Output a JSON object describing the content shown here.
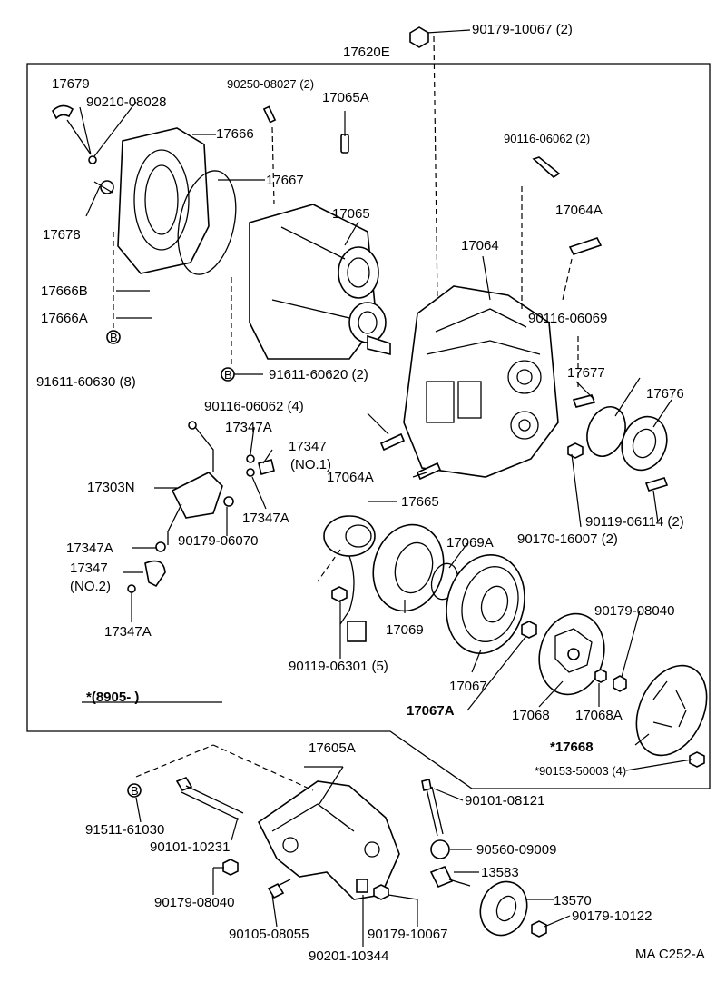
{
  "title": "",
  "drawing_code": "MA C252-A",
  "note": "*(8905-      )",
  "labels": {
    "p90179_10067_2": "90179-10067 (2)",
    "p17620E": "17620E",
    "p17679": "17679",
    "p90210_08028": "90210-08028",
    "p90250_08027": "90250-08027 (2)",
    "p17065A": "17065A",
    "p17666": "17666",
    "p90116_06062_2": "90116-06062 (2)",
    "p17667": "17667",
    "p17065": "17065",
    "p17064A_top": "17064A",
    "p17678": "17678",
    "p17064": "17064",
    "p17666B": "17666B",
    "p17666A": "17666A",
    "p90116_06069": "90116-06069",
    "p91611_60630": "91611-60630 (8)",
    "p91611_60620": "91611-60620 (2)",
    "p17677": "17677",
    "p17676": "17676",
    "p90116_06062_4": "90116-06062 (4)",
    "p17347A_1": "17347A",
    "p17347_no1": "17347",
    "p17347_no1_sub": "(NO.1)",
    "p17303N": "17303N",
    "p17064A_bot": "17064A",
    "p17347A_2": "17347A",
    "p17665": "17665",
    "p90119_06114": "90119-06114 (2)",
    "p90170_16007": "90170-16007 (2)",
    "p17347A_3": "17347A",
    "p90179_06070": "90179-06070",
    "p17069A": "17069A",
    "p17347_no2": "17347",
    "p17347_no2_sub": "(NO.2)",
    "p90179_08040_top": "90179-08040",
    "p17347A_4": "17347A",
    "p17069": "17069",
    "p90119_06301": "90119-06301 (5)",
    "p17067": "17067",
    "p17067A": "17067A",
    "p17068": "17068",
    "p17068A": "17068A",
    "p17668": "*17668",
    "p90153_50003": "*90153-50003 (4)",
    "p17605A": "17605A",
    "p90101_08121": "90101-08121",
    "p91511_61030": "91511-61030",
    "p90101_10231": "90101-10231",
    "p90560_09009": "90560-09009",
    "p90179_08040_bot": "90179-08040",
    "p13583": "13583",
    "p13570": "13570",
    "p90105_08055": "90105-08055",
    "p90179_10067": "90179-10067",
    "p90179_10122": "90179-10122",
    "p90201_10344": "90201-10344",
    "ref_B": "B"
  }
}
